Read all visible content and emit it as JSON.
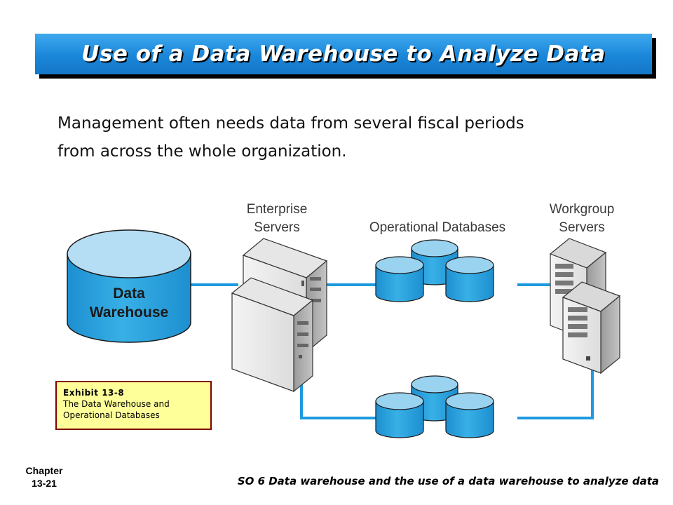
{
  "title": "Use of a Data Warehouse to Analyze Data",
  "body": {
    "line1": "Management often needs data from several fiscal periods",
    "line2": "from across the whole organization."
  },
  "diagram": {
    "enterprise_label_1": "Enterprise",
    "enterprise_label_2": "Servers",
    "operational_label": "Operational Databases",
    "workgroup_label_1": "Workgroup",
    "workgroup_label_2": "Servers",
    "dw_label_1": "Data",
    "dw_label_2": "Warehouse",
    "colors": {
      "db_fill": "#29a3dd",
      "db_top": "#9ad3f0",
      "link": "#1f9ae0"
    }
  },
  "caption": {
    "title": "Exhibit 13-8",
    "line1": "The Data Warehouse and",
    "line2": "Operational Databases"
  },
  "footer": {
    "chapter_1": "Chapter",
    "chapter_2": "13-21",
    "so": "SO 6  Data warehouse and the use of a data warehouse to analyze data"
  }
}
